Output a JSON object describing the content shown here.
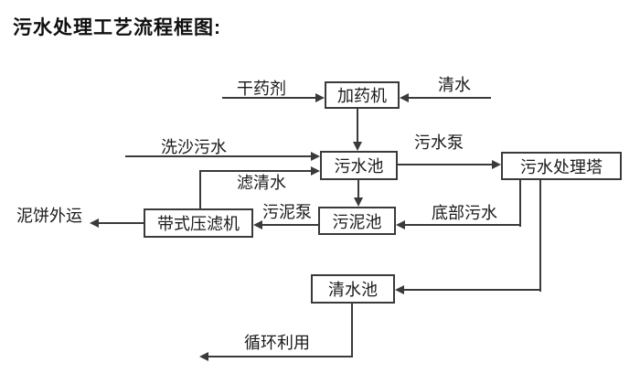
{
  "title": "污水处理工艺流程框图:",
  "colors": {
    "line": "#3a3a3a",
    "text": "#1a1a1a",
    "node_border": "#3a3a3a",
    "background": "#ffffff"
  },
  "diagram": {
    "nodes": [
      {
        "id": "dosing-machine",
        "label": "加药机"
      },
      {
        "id": "sewage-pool",
        "label": "污水池"
      },
      {
        "id": "sewage-treatment-tower",
        "label": "污水处理塔"
      },
      {
        "id": "sludge-pool",
        "label": "污泥池"
      },
      {
        "id": "belt-filter-press",
        "label": "带式压滤机"
      },
      {
        "id": "clean-water-pool",
        "label": "清水池"
      }
    ],
    "edge_labels": [
      {
        "id": "dry-chemical",
        "label": "干药剂"
      },
      {
        "id": "clean-water",
        "label": "清水"
      },
      {
        "id": "sand-washing-sewage",
        "label": "洗沙污水"
      },
      {
        "id": "filtered-water",
        "label": "滤清水"
      },
      {
        "id": "sewage-pump",
        "label": "污水泵"
      },
      {
        "id": "sludge-pump",
        "label": "污泥泵"
      },
      {
        "id": "bottom-sewage",
        "label": "底部污水"
      },
      {
        "id": "mud-cake-out",
        "label": "泥饼外运"
      },
      {
        "id": "recycling",
        "label": "循环利用"
      }
    ],
    "flows": [
      {
        "from": "干药剂",
        "to": "加药机",
        "label": "干药剂"
      },
      {
        "from": "清水",
        "to": "加药机",
        "label": "清水"
      },
      {
        "from": "加药机",
        "to": "污水池",
        "label": ""
      },
      {
        "from": "洗沙污水",
        "to": "污水池",
        "label": "洗沙污水"
      },
      {
        "from": "带式压滤机",
        "to": "污水池",
        "label": "滤清水"
      },
      {
        "from": "污水池",
        "to": "污水处理塔",
        "label": "污水泵"
      },
      {
        "from": "污水池",
        "to": "污泥池",
        "label": ""
      },
      {
        "from": "污水处理塔",
        "to": "污泥池",
        "label": "底部污水"
      },
      {
        "from": "污泥池",
        "to": "带式压滤机",
        "label": "污泥泵"
      },
      {
        "from": "带式压滤机",
        "to": "泥饼外运",
        "label": "泥饼外运"
      },
      {
        "from": "污水处理塔",
        "to": "清水池",
        "label": ""
      },
      {
        "from": "清水池",
        "to": "循环利用",
        "label": "循环利用"
      }
    ]
  }
}
